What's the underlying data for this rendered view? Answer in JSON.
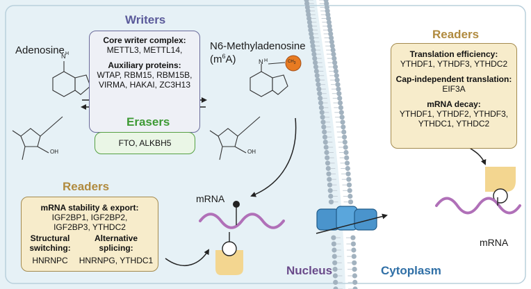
{
  "labels": {
    "adenosine": "Adenosine",
    "n6_line1": "N6-Methyladenosine",
    "n6_line2_pre": "(m",
    "n6_sup": "6",
    "n6_line2_post": "A)",
    "ch3": "CH",
    "ch3_sub": "3",
    "nh2_n": "N",
    "nh2_h": "H",
    "oh": "OH",
    "mrna": "mRNA",
    "nucleus": "Nucleus",
    "cytoplasm": "Cytoplasm"
  },
  "writers": {
    "heading": "Writers",
    "core_title": "Core writer complex:",
    "core_items": "METTL3, METTL14,",
    "aux_title": "Auxiliary proteins:",
    "aux_line1": "WTAP, RBM15, RBM15B,",
    "aux_line2": "VIRMA, HAKAI, ZC3H13"
  },
  "erasers": {
    "heading": "Erasers",
    "items": "FTO, ALKBH5"
  },
  "readers_right": {
    "heading": "Readers",
    "te_title": "Translation efficiency:",
    "te_items": "YTHDF1, YTHDF3, YTHDC2",
    "cap_title": "Cap-independent translation:",
    "cap_items": "EIF3A",
    "decay_title": "mRNA decay:",
    "decay_line1": "YTHDF1, YTHDF2, YTHDF3,",
    "decay_line2": "YTHDC1, YTHDC2"
  },
  "readers_left": {
    "heading": "Readers",
    "stab_title": "mRNA stability & export:",
    "stab_line1": "IGF2BP1, IGF2BP2,",
    "stab_line2": "IGF2BP3, YTHDC2",
    "struct_title1": "Structural",
    "struct_title2": "switching:",
    "struct_items": "HNRNPC",
    "alt_title": "Alternative",
    "alt_title2": "splicing:",
    "alt_items": "HNRNPG, YTHDC1"
  },
  "colors": {
    "writers": "#5a5a9a",
    "erasers": "#3e9a35",
    "readers": "#b08a3e",
    "mrna": "#b070b8",
    "methyl": "#e87b22",
    "reader_protein": "#f3d690",
    "membrane_head": "#a2b2bf",
    "channel": "#4a94cc",
    "nucleus_text": "#6a4a8a",
    "cytoplasm_text": "#2f6fa6",
    "nucleus_fill": "#e6f1f6"
  }
}
